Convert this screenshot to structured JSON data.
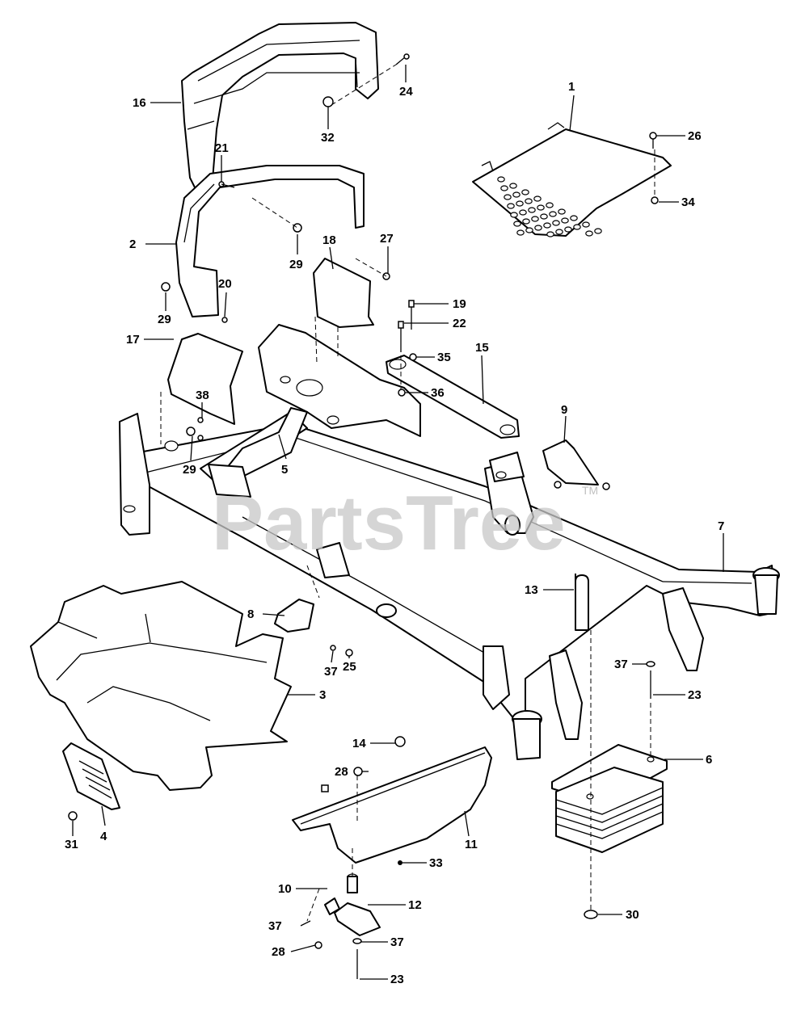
{
  "watermark": {
    "text": "PartsTree",
    "trademark": "TM"
  },
  "callouts": [
    {
      "id": "c1",
      "label": "1"
    },
    {
      "id": "c2",
      "label": "2"
    },
    {
      "id": "c3",
      "label": "3"
    },
    {
      "id": "c4",
      "label": "4"
    },
    {
      "id": "c5",
      "label": "5"
    },
    {
      "id": "c6",
      "label": "6"
    },
    {
      "id": "c7",
      "label": "7"
    },
    {
      "id": "c8",
      "label": "8"
    },
    {
      "id": "c9",
      "label": "9"
    },
    {
      "id": "c10",
      "label": "10"
    },
    {
      "id": "c11",
      "label": "11"
    },
    {
      "id": "c12",
      "label": "12"
    },
    {
      "id": "c13",
      "label": "13"
    },
    {
      "id": "c14",
      "label": "14"
    },
    {
      "id": "c15",
      "label": "15"
    },
    {
      "id": "c16",
      "label": "16"
    },
    {
      "id": "c17",
      "label": "17"
    },
    {
      "id": "c18",
      "label": "18"
    },
    {
      "id": "c19",
      "label": "19"
    },
    {
      "id": "c20",
      "label": "20"
    },
    {
      "id": "c21",
      "label": "21"
    },
    {
      "id": "c22",
      "label": "22"
    },
    {
      "id": "c23a",
      "label": "23"
    },
    {
      "id": "c23b",
      "label": "23"
    },
    {
      "id": "c24",
      "label": "24"
    },
    {
      "id": "c25",
      "label": "25"
    },
    {
      "id": "c26",
      "label": "26"
    },
    {
      "id": "c27",
      "label": "27"
    },
    {
      "id": "c28a",
      "label": "28"
    },
    {
      "id": "c28b",
      "label": "28"
    },
    {
      "id": "c29a",
      "label": "29"
    },
    {
      "id": "c29b",
      "label": "29"
    },
    {
      "id": "c29c",
      "label": "29"
    },
    {
      "id": "c30",
      "label": "30"
    },
    {
      "id": "c31",
      "label": "31"
    },
    {
      "id": "c32",
      "label": "32"
    },
    {
      "id": "c33",
      "label": "33"
    },
    {
      "id": "c34",
      "label": "34"
    },
    {
      "id": "c35",
      "label": "35"
    },
    {
      "id": "c36",
      "label": "36"
    },
    {
      "id": "c37a",
      "label": "37"
    },
    {
      "id": "c37b",
      "label": "37"
    },
    {
      "id": "c37c",
      "label": "37"
    },
    {
      "id": "c37d",
      "label": "37"
    },
    {
      "id": "c38",
      "label": "38"
    }
  ]
}
